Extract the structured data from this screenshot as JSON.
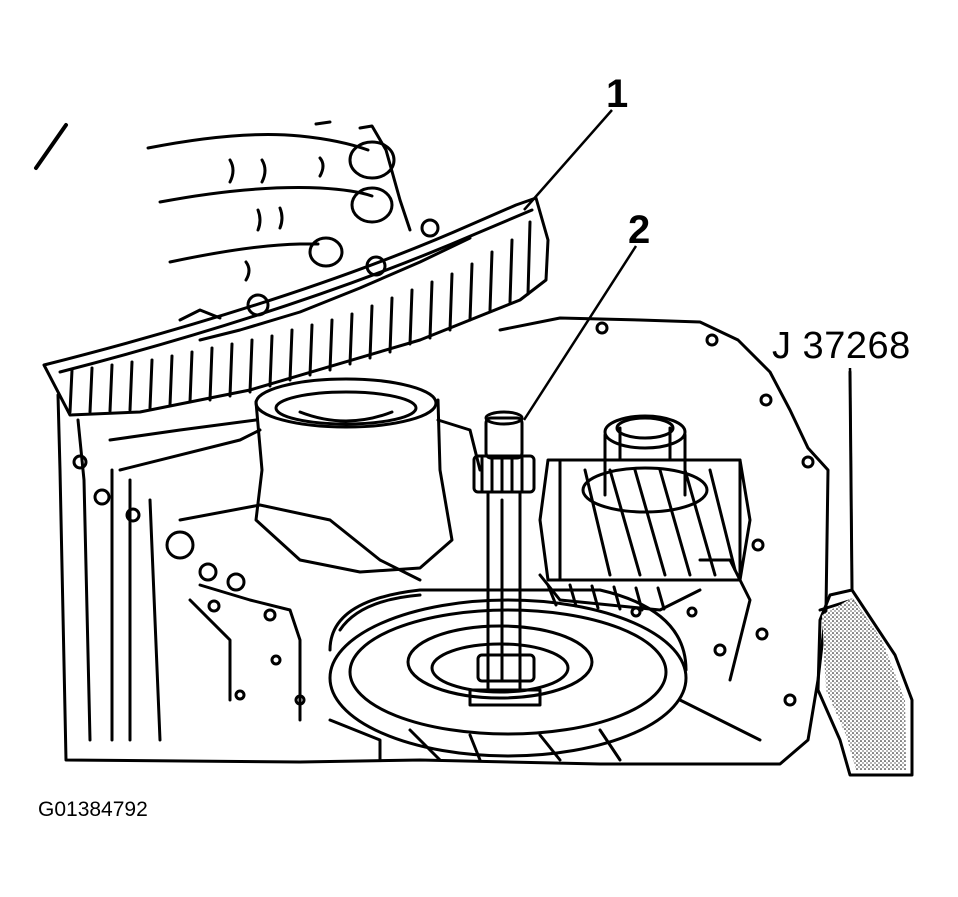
{
  "callouts": {
    "ring_gear": "1",
    "shaft": "2",
    "tool": "J 37268"
  },
  "figure_id": "G01384792",
  "colors": {
    "ink": "#000000",
    "paper": "#ffffff"
  }
}
